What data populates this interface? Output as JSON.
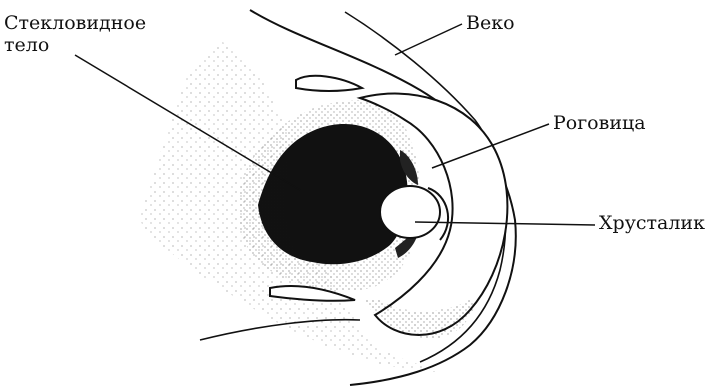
{
  "labels": {
    "vitreous_line1": "Стекловидное",
    "vitreous_line2": "тело",
    "eyelid": "Веко",
    "cornea": "Роговица",
    "lens": "Хрусталик"
  },
  "colors": {
    "ink": "#111111",
    "background": "#ffffff"
  }
}
